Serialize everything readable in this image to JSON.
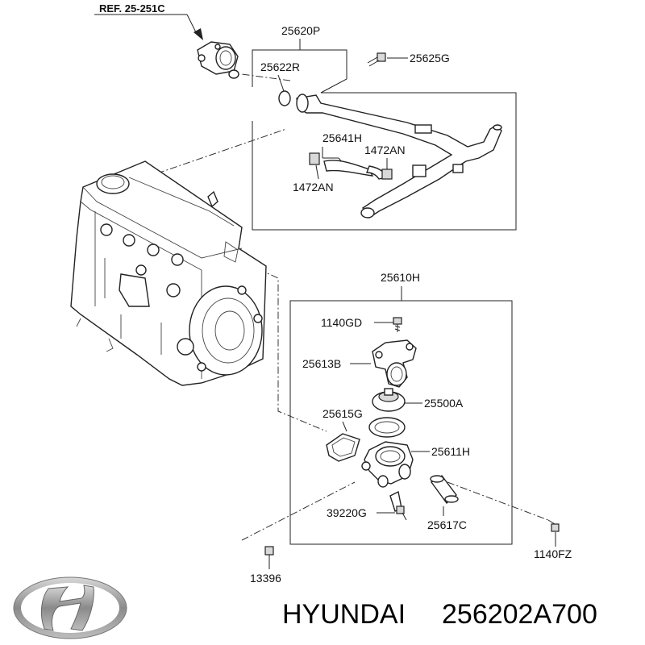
{
  "reference": "REF. 25-251C",
  "callouts": {
    "p25620P": "25620P",
    "p25622R": "25622R",
    "p25625G": "25625G",
    "p25641H": "25641H",
    "p1472AN_a": "1472AN",
    "p1472AN_b": "1472AN",
    "p25610H": "25610H",
    "p1140GD": "1140GD",
    "p25613B": "25613B",
    "p25500A": "25500A",
    "p25615G": "25615G",
    "p25611H": "25611H",
    "p39220G": "39220G",
    "p25617C": "25617C",
    "p1140FZ": "1140FZ",
    "p13396": "13396"
  },
  "brand": {
    "name": "HYUNDAI",
    "part_number": "256202A700",
    "logo": "hyundai-logo"
  }
}
